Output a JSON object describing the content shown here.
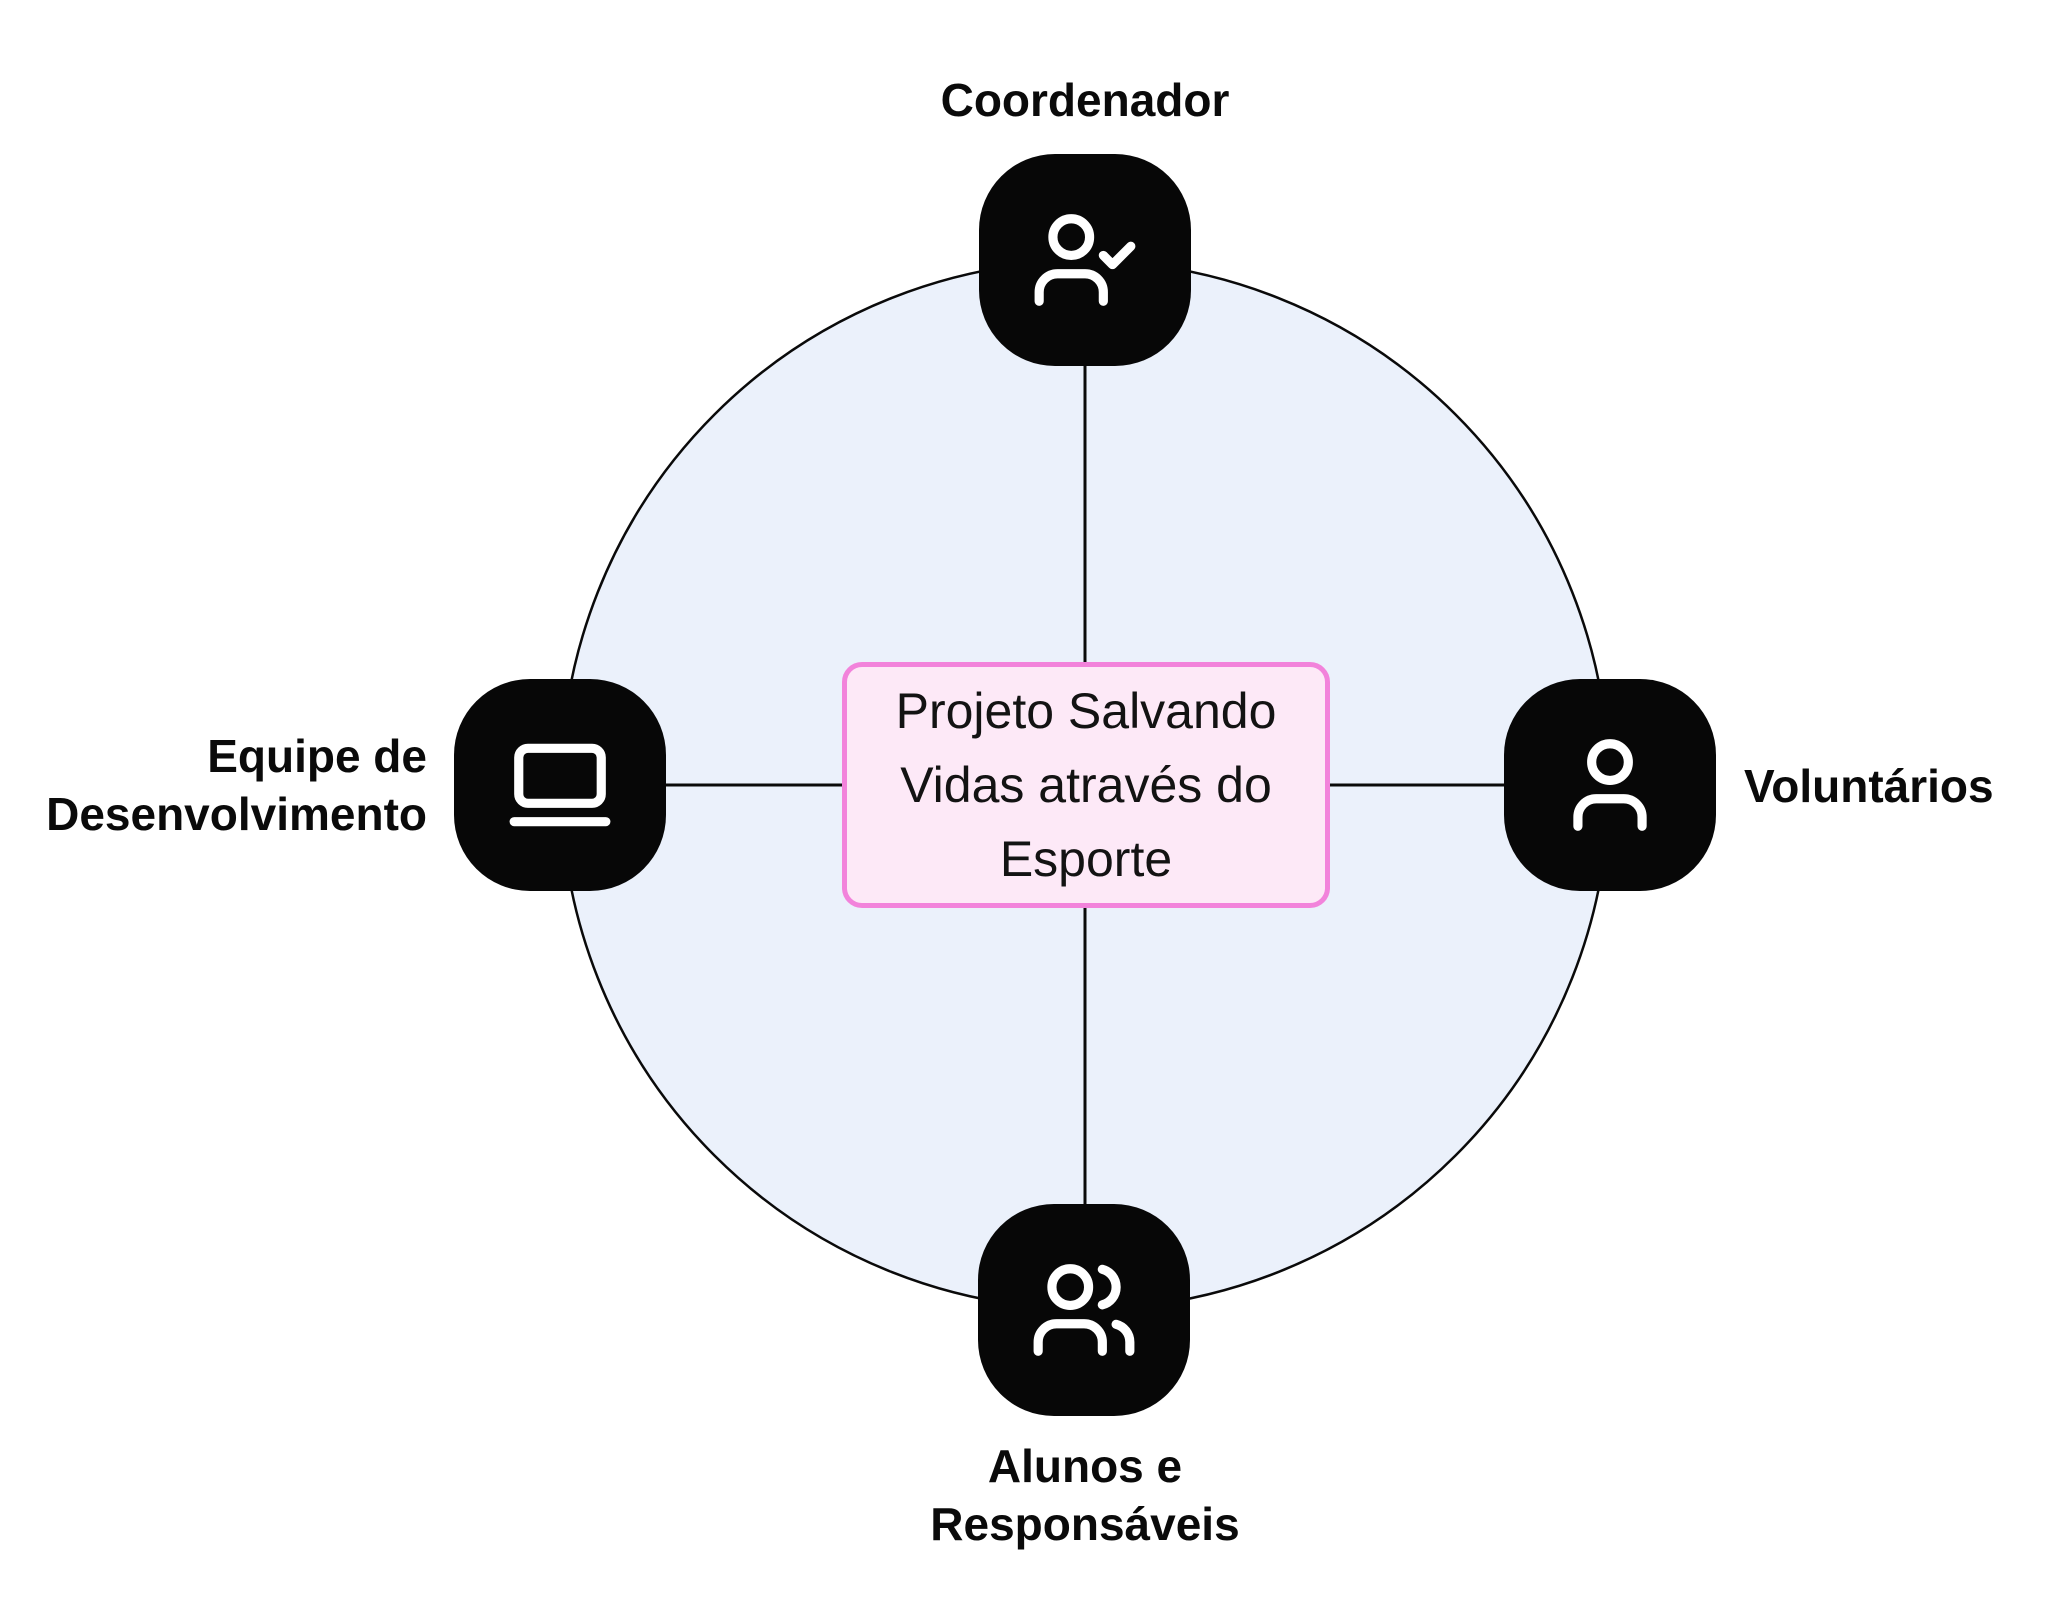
{
  "center": {
    "text": "Projeto Salvando Vidas através do Esporte"
  },
  "nodes": [
    {
      "id": "coordenador",
      "label": "Coordenador",
      "icon": "user-check-icon",
      "position": "top"
    },
    {
      "id": "voluntarios",
      "label": "Voluntários",
      "icon": "user-icon",
      "position": "right"
    },
    {
      "id": "alunos-responsaveis",
      "label": "Alunos e\nResponsáveis",
      "icon": "users-icon",
      "position": "bottom"
    },
    {
      "id": "equipe-desenvolvimento",
      "label": "Equipe de\nDesenvolvimento",
      "icon": "laptop-icon",
      "position": "left"
    }
  ],
  "colors": {
    "circle_fill": "#EBF1FB",
    "line_color": "#0A0A0A",
    "node_fill": "#070707",
    "icon_color": "#FFFFFF",
    "box_fill": "#FDE9F7",
    "box_border": "#F283DB",
    "title_color": "#131313",
    "label_color": "#0A0A0A"
  }
}
